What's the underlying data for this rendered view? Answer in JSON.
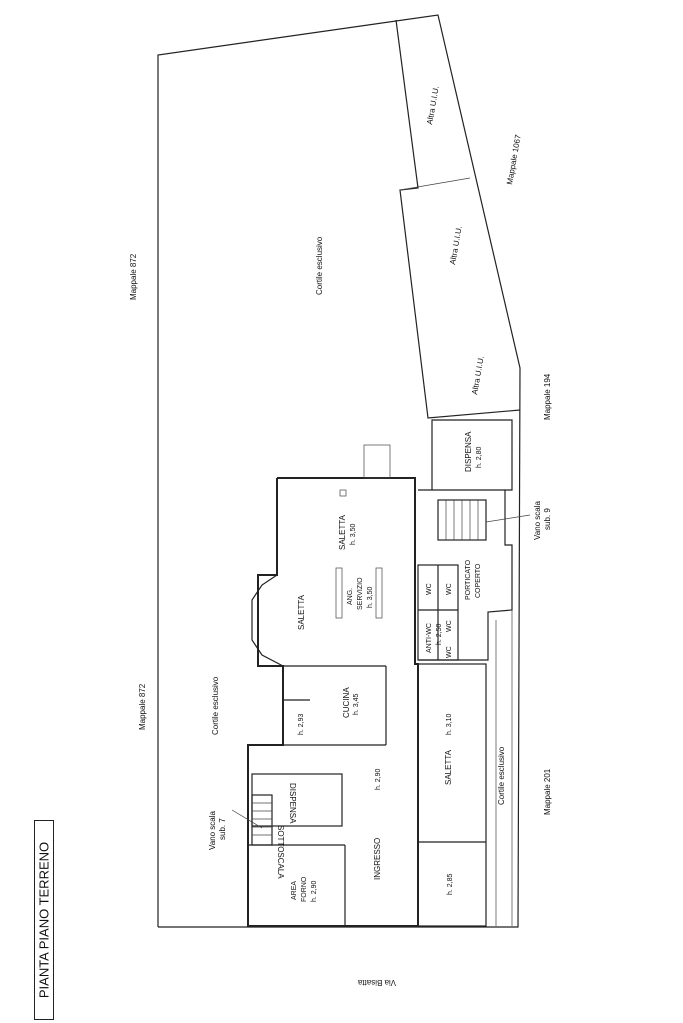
{
  "title": "PIANTA PIANO TERRENO",
  "street": "Via Bisatta",
  "parcels": {
    "top_left": "Mappale 872",
    "bottom_left": "Mappale 872",
    "top_right": "Mappale 1067",
    "right": "Mappale 194",
    "bottom_right": "Mappale 201"
  },
  "courtyards": {
    "main": "Cortile esclusivo",
    "lower_left": "Cortile esclusivo",
    "lower_right": "Cortile esclusivo"
  },
  "other_units": [
    "Altra U.I.U.",
    "Altra U.I.U.",
    "Altra U.I.U."
  ],
  "rooms": {
    "saletta_top": {
      "name": "SALETTA",
      "height": "h. 3,50"
    },
    "saletta_left": {
      "name": "SALETTA"
    },
    "ang_servizio": {
      "name1": "ANG.",
      "name2": "SERVIZIO",
      "height": "h. 3,50"
    },
    "cucina": {
      "name": "CUCINA",
      "height": "h. 3,45"
    },
    "h293": "h. 2,93",
    "dispensa_right": {
      "name": "DISPENSA",
      "height": "h. 2,80"
    },
    "vano_scala_9": {
      "name": "Vano scala",
      "sub": "sub. 9"
    },
    "porticato": {
      "name1": "PORTICATO",
      "name2": "COPERTO"
    },
    "wc1": "WC",
    "wc2": "WC",
    "wc3": "WC",
    "wc4": "WC",
    "anti_wc": {
      "name": "ANTI-WC",
      "height": "h. 2,50"
    },
    "saletta_bottom": {
      "name": "SALETTA",
      "height": "h. 3,10"
    },
    "ingresso": {
      "name": "INGRESSO",
      "height": "h. 2,90"
    },
    "room_285": "h. 2,85",
    "dispensa_left": {
      "name": "DISPENSA"
    },
    "sottoscala": {
      "name": "SOTTOSCALA"
    },
    "vano_scala_7": {
      "name": "Vano scala",
      "sub": "sub. 7"
    },
    "area_forno": {
      "name1": "AREA",
      "name2": "FORNO",
      "height": "h. 2,90"
    }
  }
}
